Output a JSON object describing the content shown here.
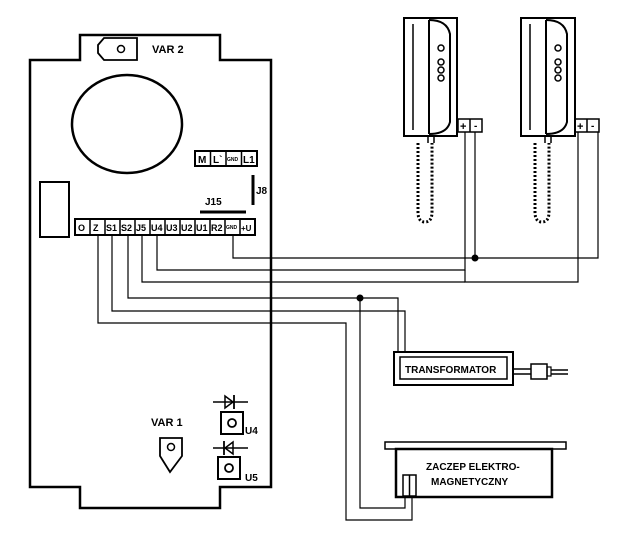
{
  "labels": {
    "var2": "VAR 2",
    "var1": "VAR  1",
    "j15": "J15",
    "j8": "J8",
    "u4": "U4",
    "u5": "U5",
    "transformer": "TRANSFORMATOR",
    "lock_line1": "ZACZEP ELEKTRO-",
    "lock_line2": "MAGNETYCZNY",
    "plus": "+",
    "minus": "-"
  },
  "top_terminals": [
    "M",
    "L`",
    "GND",
    "L1"
  ],
  "bottom_terminals": [
    "O",
    "Z",
    "S1",
    "S2",
    "J5",
    "U4",
    "U3",
    "U2",
    "U1",
    "R2",
    "GND",
    "+U"
  ]
}
